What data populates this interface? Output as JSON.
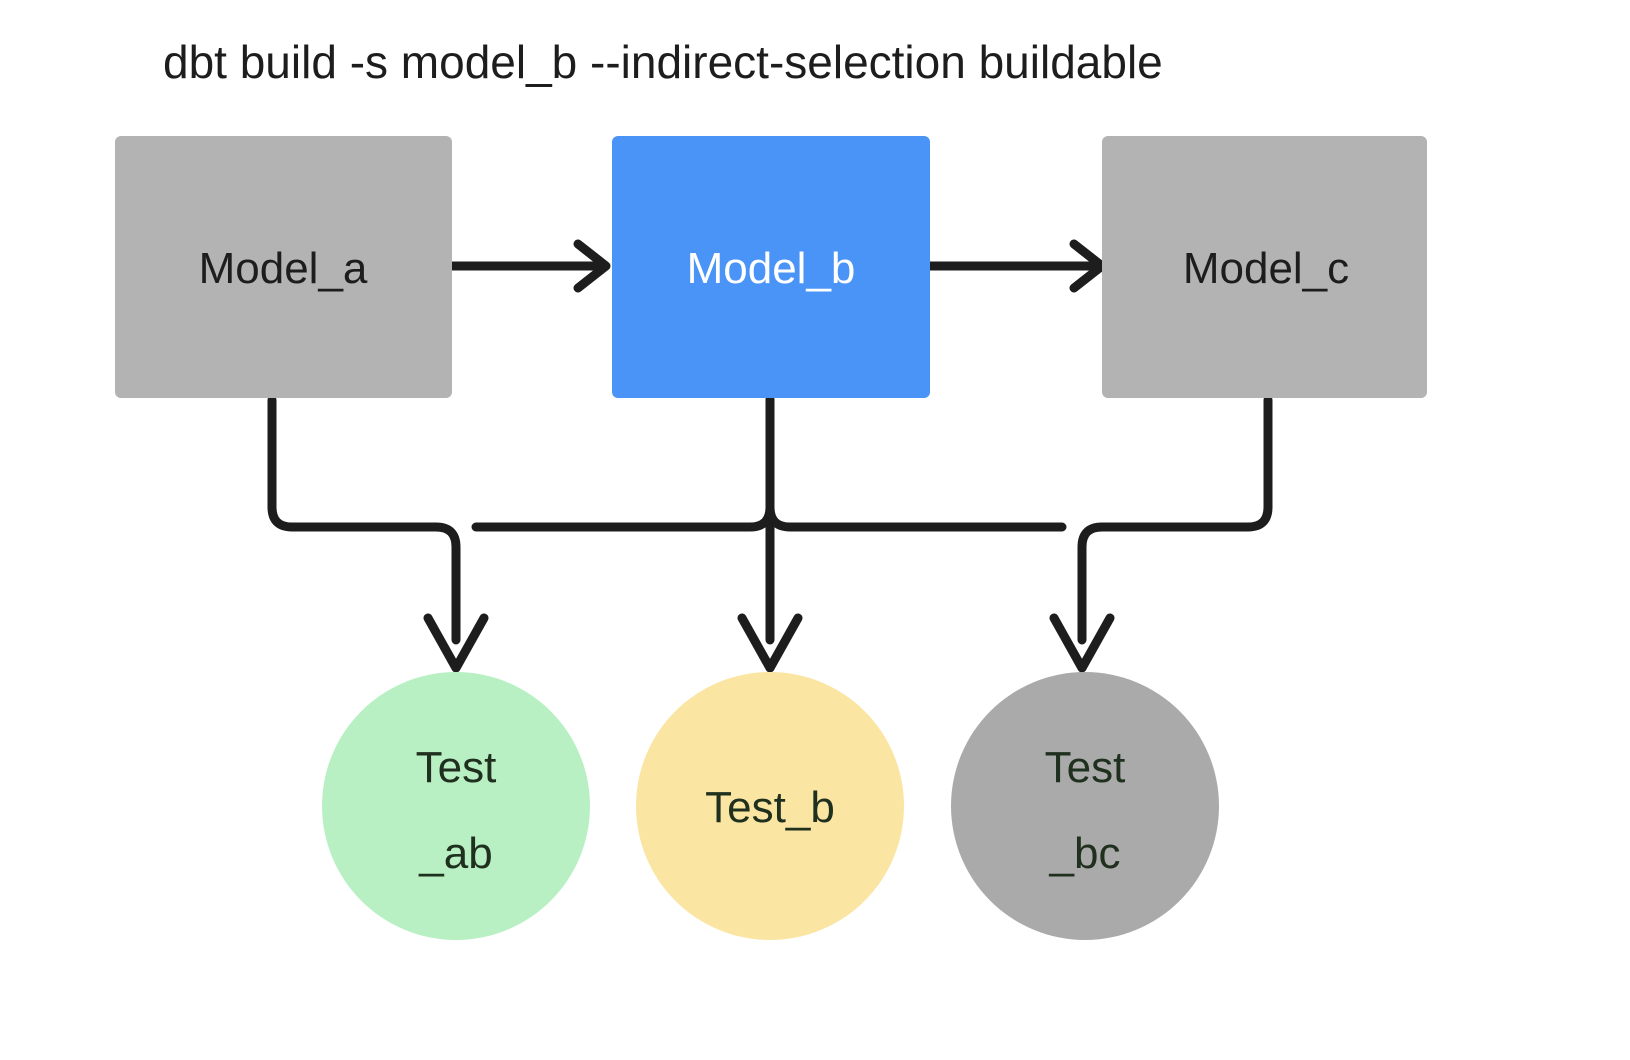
{
  "title": "dbt build -s model_b --indirect-selection buildable",
  "colors": {
    "background": "#ffffff",
    "gray_node": "#b3b3b3",
    "blue_node": "#4a94f8",
    "green_node": "#b8f0c3",
    "yellow_node": "#fae5a2",
    "gray_circle": "#aaaaaa",
    "edge": "#1d1d1d",
    "text_dark": "#1d1d1d",
    "text_light": "#ffffff",
    "text_circle": "#20301f"
  },
  "models": [
    {
      "id": "model_a",
      "label": "Model_a",
      "shape": "rect",
      "fill": "#b3b3b3",
      "text_color": "#1d1d1d"
    },
    {
      "id": "model_b",
      "label": "Model_b",
      "shape": "rect",
      "fill": "#4a94f8",
      "text_color": "#ffffff"
    },
    {
      "id": "model_c",
      "label": "Model_c",
      "shape": "rect",
      "fill": "#b3b3b3",
      "text_color": "#1d1d1d"
    }
  ],
  "tests": [
    {
      "id": "test_ab",
      "label": "Test_ab",
      "line1": "Test",
      "line2": "_ab",
      "shape": "circle",
      "fill": "#b8f0c3",
      "text_color": "#20301f"
    },
    {
      "id": "test_b",
      "label": "Test_b",
      "line1": "Test_b",
      "line2": "",
      "shape": "circle",
      "fill": "#fae5a2",
      "text_color": "#20301f"
    },
    {
      "id": "test_bc",
      "label": "Test_bc",
      "line1": "Test",
      "line2": "_bc",
      "shape": "circle",
      "fill": "#aaaaaa",
      "text_color": "#20301f"
    }
  ],
  "edges": [
    {
      "id": "edge-a-to-b",
      "from": "model_a",
      "to": "model_b",
      "style": "straight-arrow"
    },
    {
      "id": "edge-b-to-c",
      "from": "model_b",
      "to": "model_c",
      "style": "straight-arrow"
    },
    {
      "id": "edge-a-to-test-ab",
      "from": "model_a",
      "to": "test_ab",
      "style": "elbow-arrow"
    },
    {
      "id": "edge-b-to-test-ab",
      "from": "model_b",
      "to": "test_ab",
      "style": "elbow-arrow"
    },
    {
      "id": "edge-b-to-test-b",
      "from": "model_b",
      "to": "test_b",
      "style": "straight-arrow"
    },
    {
      "id": "edge-b-to-test-bc",
      "from": "model_b",
      "to": "test_bc",
      "style": "elbow-arrow"
    },
    {
      "id": "edge-c-to-test-bc",
      "from": "model_c",
      "to": "test_bc",
      "style": "elbow-arrow"
    }
  ]
}
